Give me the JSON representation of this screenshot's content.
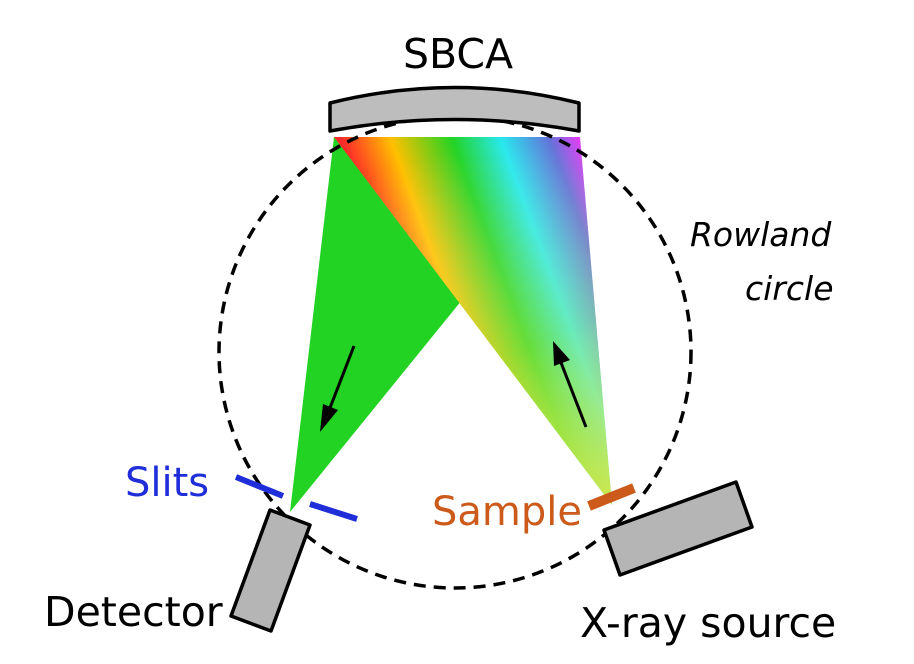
{
  "labels": {
    "analyzer": "SBCA",
    "circle_line1": "Rowland",
    "circle_line2": "circle",
    "slits": "Slits",
    "sample": "Sample",
    "detector": "Detector",
    "source": "X-ray source"
  },
  "colors": {
    "slits": "#1f2ed8",
    "sample": "#cc5a1a",
    "green_beam": "#22d323",
    "analyzer_fill": "#bdbdbd",
    "component_fill": "#b5b5b5",
    "rainbow": [
      "#ff2a2a",
      "#ffc000",
      "#22d323",
      "#22e8ee",
      "#5a6ad8",
      "#ff22ff"
    ]
  }
}
